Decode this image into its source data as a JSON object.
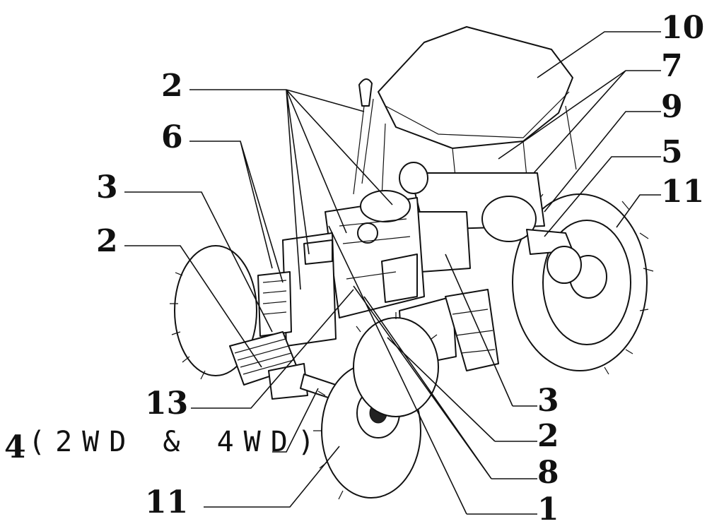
{
  "callouts": {
    "c10": "10",
    "c7": "7",
    "c9": "9",
    "c5": "5",
    "c11_right": "11",
    "c2_top": "2",
    "c6": "6",
    "c3_left": "3",
    "c2_left": "2",
    "c13": "13",
    "c4_num": "4",
    "c4_text": "(2WD & 4WD)",
    "c11_bottom": "11",
    "c3_right": "3",
    "c2_right": "2",
    "c8": "8",
    "c1": "1"
  }
}
